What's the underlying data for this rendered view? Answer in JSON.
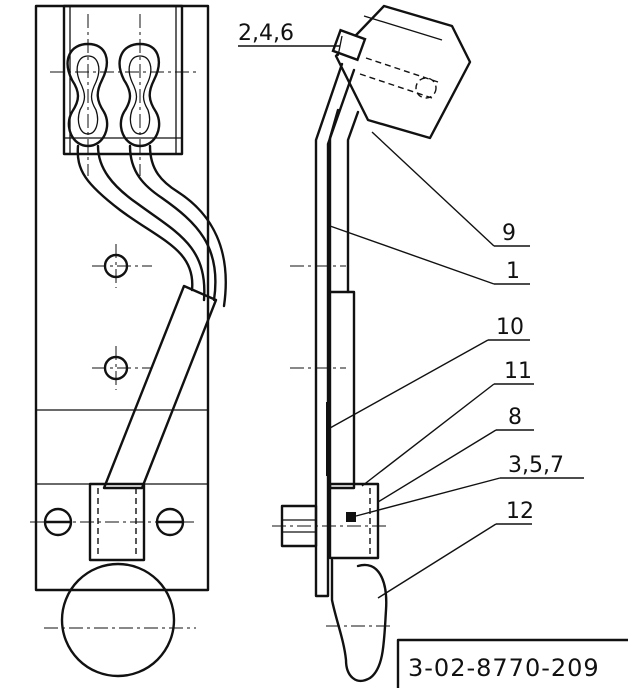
{
  "callouts": {
    "c246": "2,4,6",
    "c9": "9",
    "c1": "1",
    "c10": "10",
    "c11": "11",
    "c8": "8",
    "c357": "3,5,7",
    "c12": "12"
  },
  "drawing_code": "3-02-8770-209"
}
